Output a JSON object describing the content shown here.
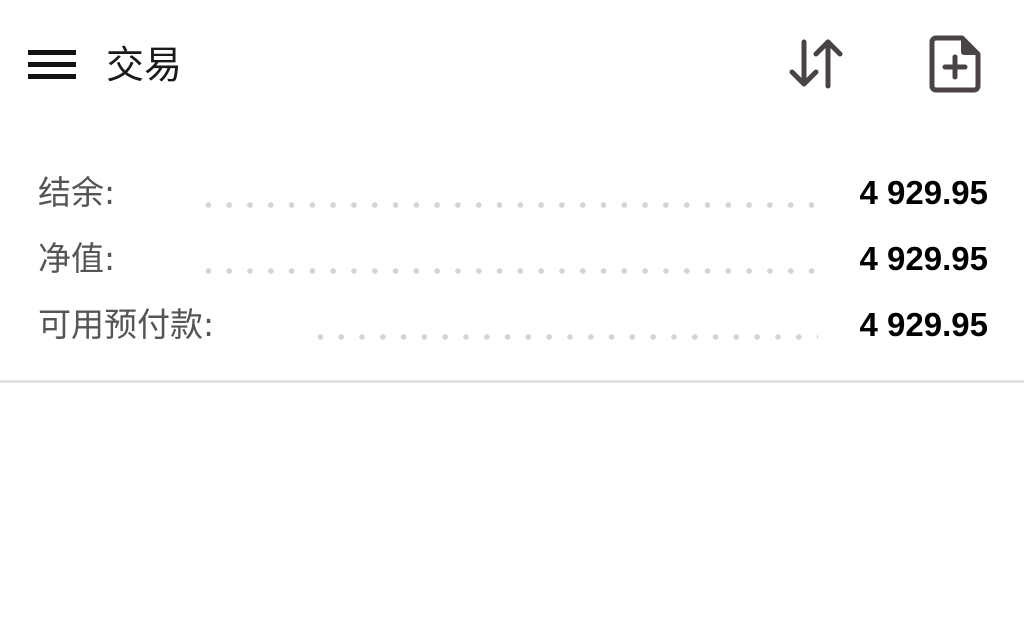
{
  "toolbar": {
    "title": "交易",
    "menu_icon": "hamburger-menu-icon",
    "actions": [
      {
        "name": "sort",
        "icon": "sort-arrows-icon"
      },
      {
        "name": "new-order",
        "icon": "file-add-icon"
      }
    ],
    "icon_color": "#4a4343"
  },
  "summary": {
    "rows": [
      {
        "label": "结余:",
        "value": "4 929.95"
      },
      {
        "label": "净值:",
        "value": "4 929.95"
      },
      {
        "label": "可用预付款:",
        "value": "4 929.95"
      }
    ]
  }
}
